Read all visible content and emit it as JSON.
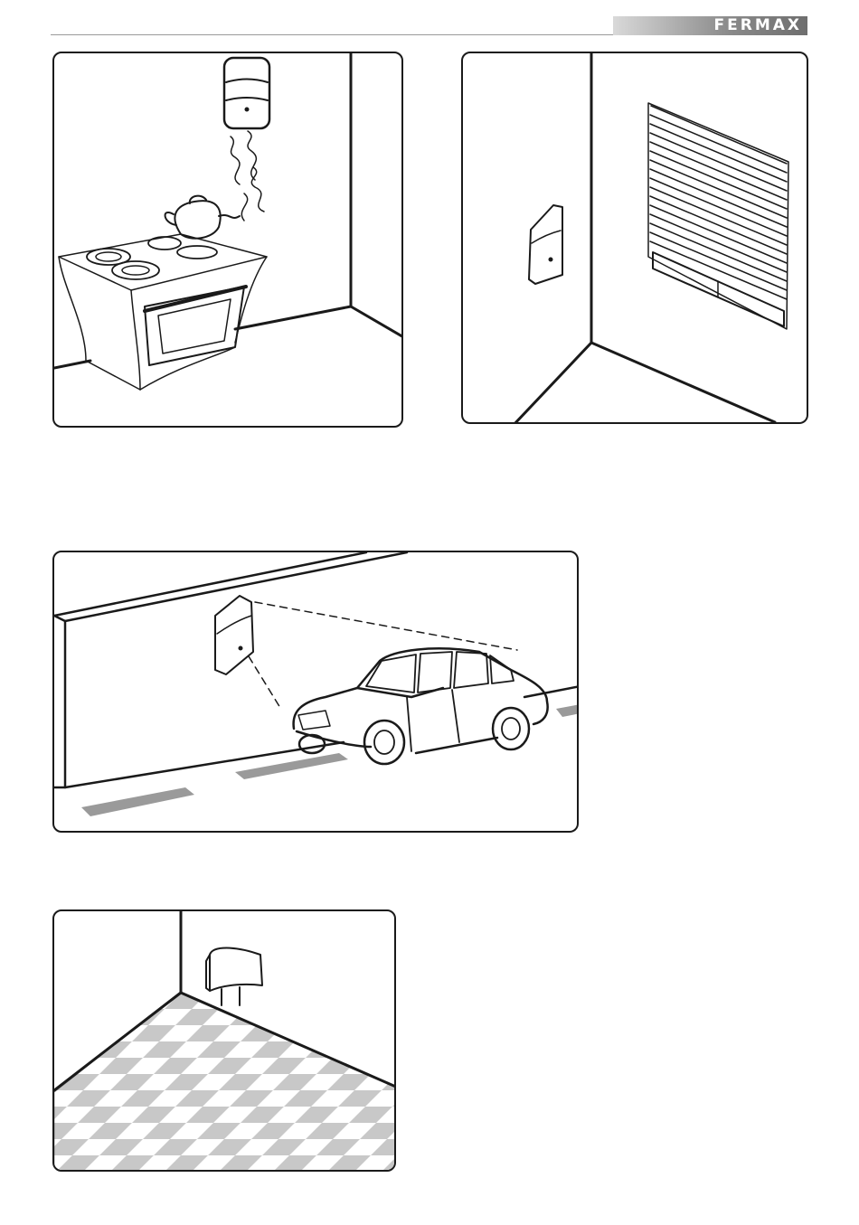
{
  "header": {
    "brand": "FERMAX",
    "brand_colors": {
      "bar_start": "#d9d9d9",
      "bar_end": "#6e6e6e",
      "text": "#ffffff"
    }
  },
  "illustrations": [
    {
      "id": "kitchen",
      "icon": "smoke-detector-over-stove"
    },
    {
      "id": "window",
      "icon": "detector-beside-window-blinds"
    },
    {
      "id": "street",
      "icon": "motion-detector-facing-street"
    },
    {
      "id": "floor",
      "icon": "plug-in-detector-above-tiled-floor"
    }
  ]
}
